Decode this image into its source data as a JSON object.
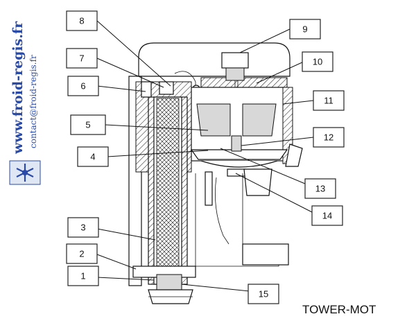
{
  "watermark": {
    "site": "www.froid-regis.fr",
    "contact": "contact@froid-regis.fr"
  },
  "caption": "TOWER-MOT",
  "callouts": [
    {
      "id": "1",
      "label": "1"
    },
    {
      "id": "2",
      "label": "2"
    },
    {
      "id": "3",
      "label": "3"
    },
    {
      "id": "4",
      "label": "4"
    },
    {
      "id": "5",
      "label": "5"
    },
    {
      "id": "6",
      "label": "6"
    },
    {
      "id": "7",
      "label": "7"
    },
    {
      "id": "8",
      "label": "8"
    },
    {
      "id": "9",
      "label": "9"
    },
    {
      "id": "10",
      "label": "10"
    },
    {
      "id": "11",
      "label": "11"
    },
    {
      "id": "12",
      "label": "12"
    },
    {
      "id": "13",
      "label": "13"
    },
    {
      "id": "14",
      "label": "14"
    },
    {
      "id": "15",
      "label": "15"
    }
  ],
  "colors": {
    "watermark": "#2a4aa8",
    "ink": "#111111",
    "hatch": "#111111"
  }
}
